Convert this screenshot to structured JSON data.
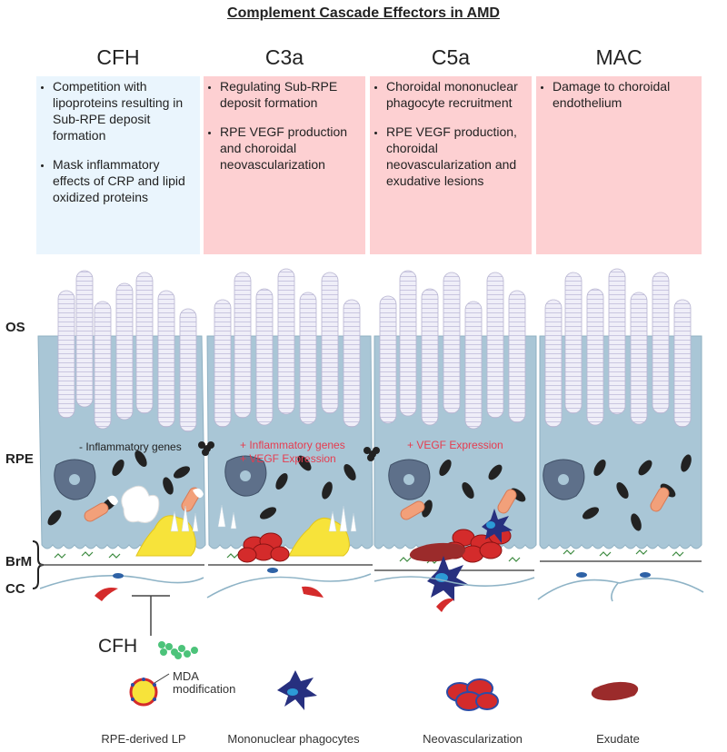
{
  "title": "Complement Cascade Effectors in AMD",
  "columns": [
    {
      "name": "CFH",
      "bullets": [
        "Competition with lipoproteins resulting in Sub-RPE deposit formation",
        "Mask inflammatory effects of CRP and lipid oxidized proteins"
      ],
      "color": "#eaf5fd"
    },
    {
      "name": "C3a",
      "bullets": [
        "Regulating Sub-RPE deposit formation",
        "RPE VEGF production and choroidal neovascularization"
      ],
      "color": "#fdd0d2"
    },
    {
      "name": "C5a",
      "bullets": [
        "Choroidal mononuclear phagocyte recruitment",
        "RPE VEGF production, choroidal neovascularization and exudative lesions"
      ],
      "color": "#fdd0d2"
    },
    {
      "name": "MAC",
      "bullets": [
        "Damage to choroidal endothelium"
      ],
      "color": "#fdd0d2"
    }
  ],
  "layers": [
    "OS",
    "RPE",
    "BrM",
    "CC"
  ],
  "annotations": {
    "col1": "- Inflammatory genes",
    "col2_line1": "+ Inflammatory genes",
    "col2_line2": "+ VEGF Expression",
    "col3": "+ VEGF Expression"
  },
  "cfh_label": "CFH",
  "legend": {
    "mda": "MDA modification",
    "lp": "RPE-derived LP",
    "phagocytes": "Mononuclear phagocytes",
    "neovascularization": "Neovascularization",
    "exudate": "Exudate"
  },
  "colors": {
    "rpe": "#a9c6d6",
    "deposit": "#f7e33a",
    "vessel": "#d42b2b",
    "phagocyte": "#27307f",
    "exudate": "#9b2b2b"
  }
}
